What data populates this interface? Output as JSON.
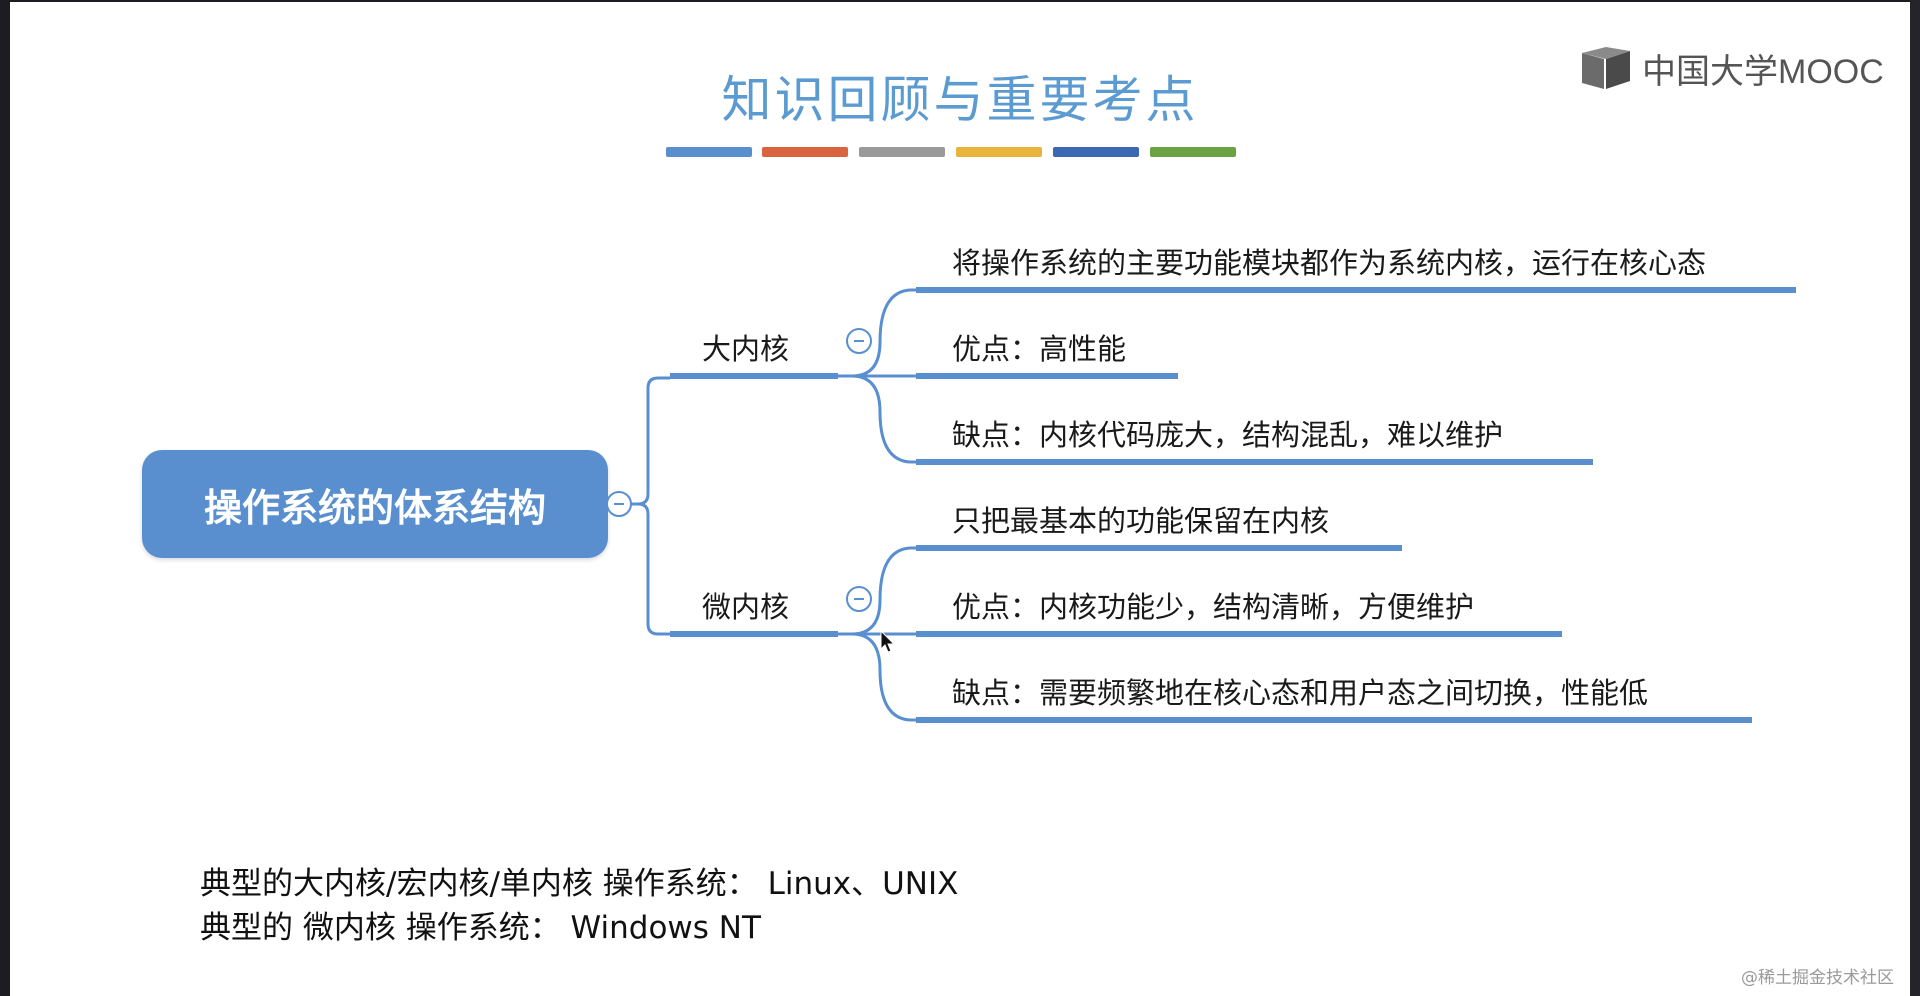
{
  "slide": {
    "title": "知识回顾与重要考点",
    "color_bar": [
      "#5a8fcf",
      "#d9633e",
      "#9a9a9a",
      "#e8b43c",
      "#3b67b3",
      "#6da243"
    ],
    "logo": {
      "icon": "mooc-book-icon",
      "text": "中国大学MOOC"
    },
    "accent_color": "#5a8fcf"
  },
  "mindmap": {
    "root": "操作系统的体系结构",
    "branches": [
      {
        "label": "大内核",
        "items": [
          "将操作系统的主要功能模块都作为系统内核，运行在核心态",
          "优点：高性能",
          "缺点：内核代码庞大，结构混乱，难以维护"
        ]
      },
      {
        "label": "微内核",
        "items": [
          "只把最基本的功能保留在内核",
          "优点：内核功能少，结构清晰，方便维护",
          "缺点：需要频繁地在核心态和用户态之间切换，性能低"
        ]
      }
    ]
  },
  "notes": [
    "典型的大内核/宏内核/单内核 操作系统： Linux、UNIX",
    "典型的 微内核 操作系统： Windows NT"
  ],
  "watermark": "@稀土掘金技术社区"
}
